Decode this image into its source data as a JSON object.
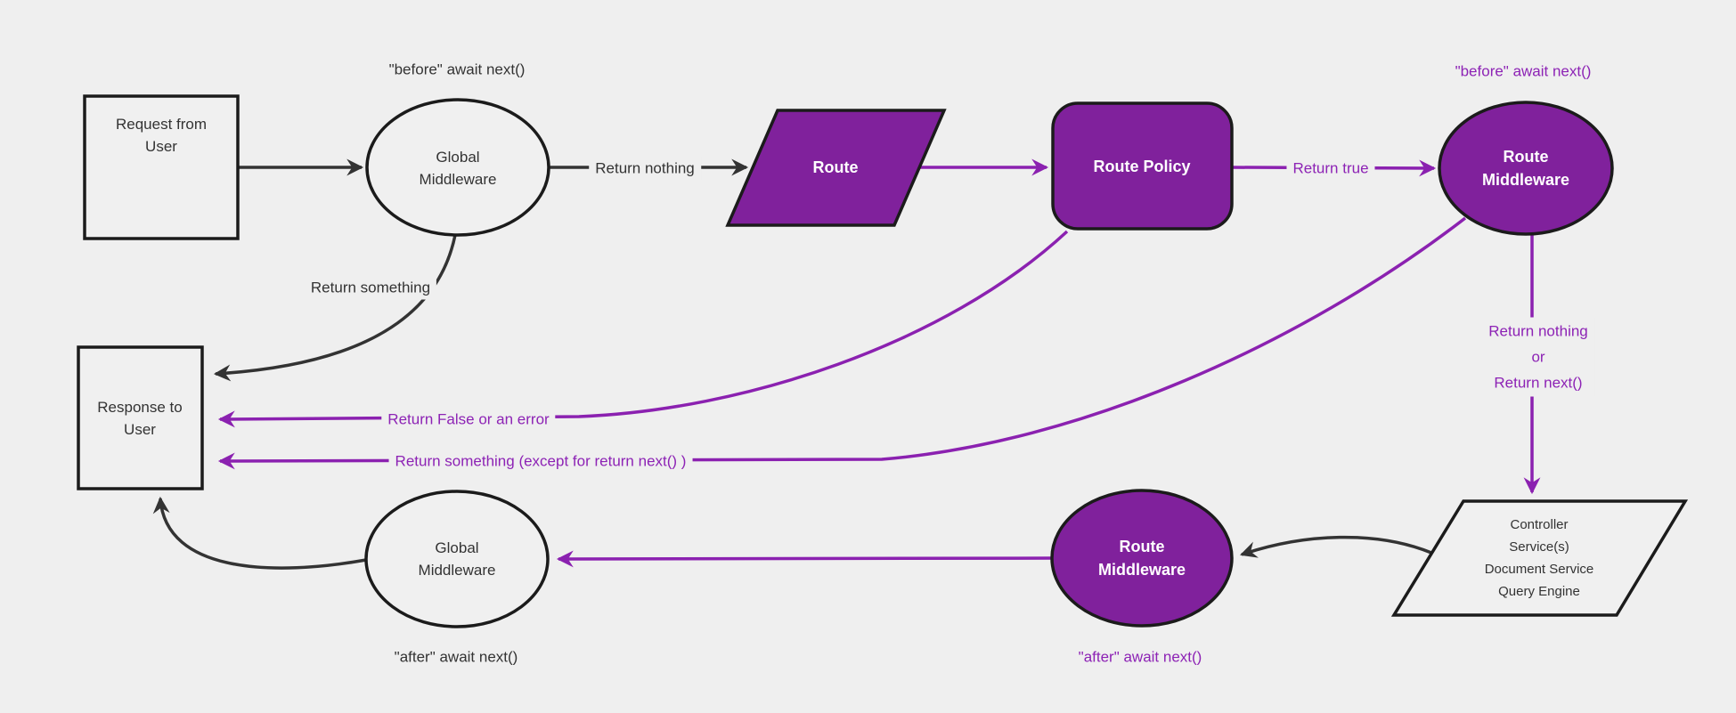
{
  "colors": {
    "background": "#efefef",
    "node_fill_light": "#f0f0f0",
    "node_fill_purple": "#80219c",
    "node_stroke": "#1b1b1b",
    "line_dark": "#333333",
    "line_purple": "#8b21b0",
    "text_dark": "#333333",
    "text_purple": "#8d23b5",
    "text_on_purple": "#ffffff"
  },
  "nodes": {
    "request_from_user": {
      "label": "Request from\nUser"
    },
    "global_middleware_top": {
      "label": "Global\nMiddleware"
    },
    "route": {
      "label": "Route"
    },
    "route_policy": {
      "label": "Route Policy"
    },
    "route_middleware_top": {
      "label": "Route\nMiddleware"
    },
    "controller_services": {
      "label": "Controller\nService(s)\nDocument Service\nQuery Engine"
    },
    "route_middleware_bottom": {
      "label": "Route\nMiddleware"
    },
    "global_middleware_bottom": {
      "label": "Global\nMiddleware"
    },
    "response_to_user": {
      "label": "Response to\nUser"
    }
  },
  "annotations": {
    "before_global_middleware": "\"before\" await next()",
    "before_route_middleware": "\"before\" await next()",
    "after_global_middleware": "\"after\" await next()",
    "after_route_middleware": "\"after\" await next()"
  },
  "edge_labels": {
    "return_nothing": "Return nothing",
    "return_true": "Return true",
    "return_nothing_or_next": "Return nothing\nor\nReturn next()",
    "return_something": "Return something",
    "return_false_or_error": "Return False or an error",
    "return_something_except_next": "Return something (except for return next() )"
  }
}
